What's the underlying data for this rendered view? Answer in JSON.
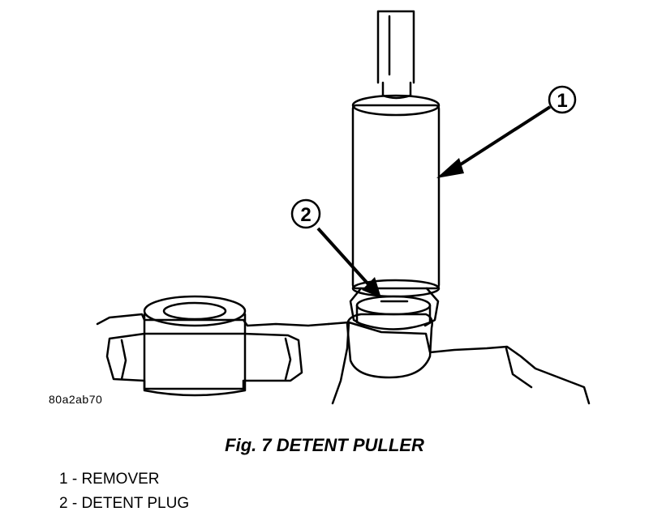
{
  "figure": {
    "code": "80a2ab70",
    "caption": "Fig. 7 DETENT PULLER",
    "callouts": [
      {
        "number": "1",
        "label": "REMOVER"
      },
      {
        "number": "2",
        "label": "DETENT PLUG"
      }
    ]
  },
  "legend": {
    "items": [
      "1 - REMOVER",
      "2 - DETENT PLUG"
    ]
  },
  "colors": {
    "line": "#000000",
    "background": "#ffffff"
  }
}
